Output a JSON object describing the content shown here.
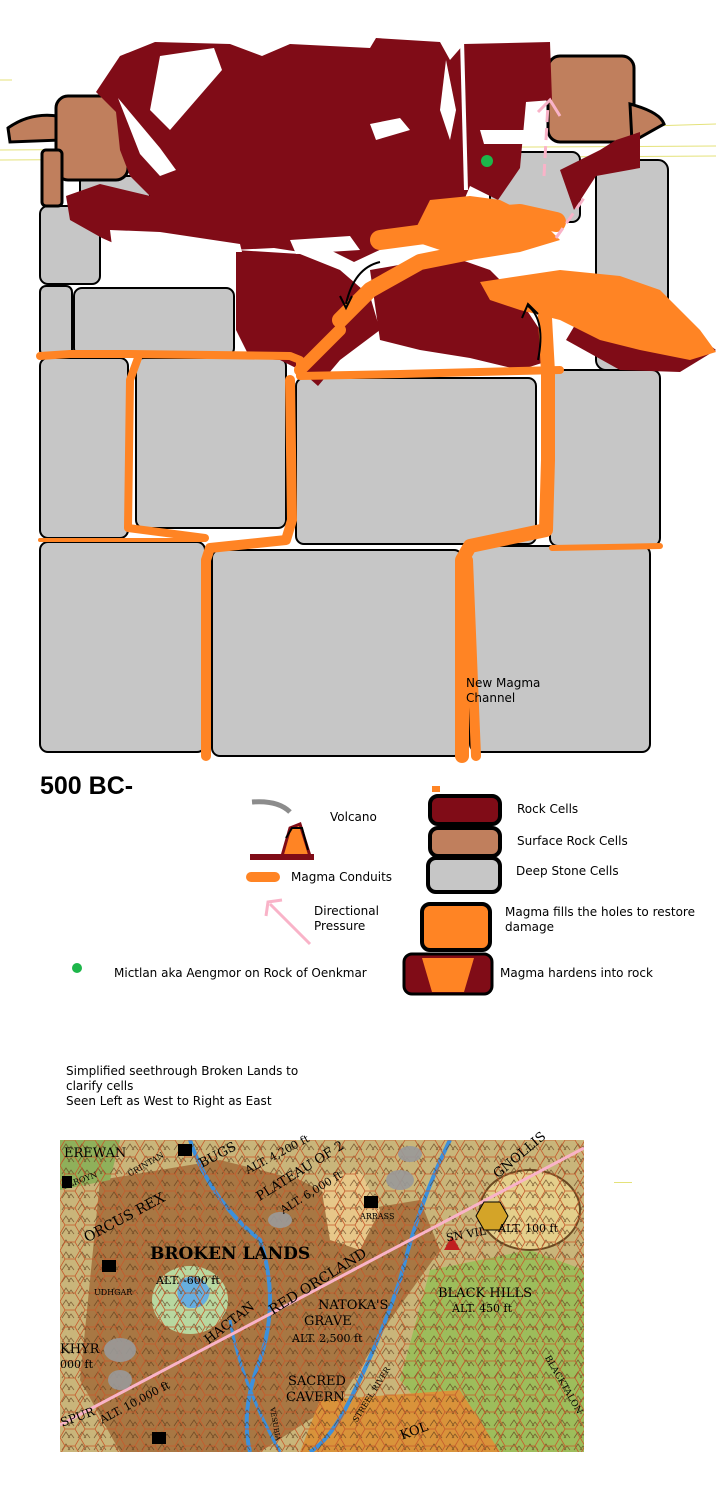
{
  "diagram": {
    "era_label": "500 BC-",
    "channel_label": "New Magma\nChannel",
    "colors": {
      "rock_cell": "#800c17",
      "surface_rock": "#c07f5d",
      "deep_stone": "#c6c6c6",
      "magma": "#ff8424",
      "pressure_arrow": "#f9b3c8",
      "mictlan_marker": "#1db64a"
    }
  },
  "legend": {
    "volcano": "Volcano",
    "magma_conduits": "Magma Conduits",
    "directional_pressure": "Directional\nPressure",
    "mictlan": "Mictlan aka Aengmor on Rock of Oenkmar",
    "rock_cells": "Rock Cells",
    "surface_rock_cells": "Surface Rock Cells",
    "deep_stone_cells": "Deep Stone Cells",
    "magma_fills": "Magma fills the holes to restore\ndamage",
    "magma_hardens": "Magma hardens into rock"
  },
  "note": {
    "text": "Simplified seethrough Broken Lands to\nclarify cells\nSeen Left as West to Right as  East"
  },
  "map": {
    "labels": {
      "erewan": "EREWAN",
      "crintan": "CRINTAN",
      "bugs": "BUGS",
      "alt_4200": "ALT. 4,200 ft",
      "plateau": "PLATEAU OF 2",
      "alt_6000": "ALT. 6,000 ft",
      "gnollis": "GNOLLIS",
      "elroyn": "ELROYN",
      "orcus_rex": "ORCUS REX",
      "arrass": "ARRASS",
      "alt_100": "ALT. 100 ft",
      "broken_lands": "BROKEN LANDS",
      "alt_minus600": "ALT. -600 ft",
      "udhgar": "UDHGAR",
      "red_orcland": "RED ORCLAND",
      "natokas": "NATOKA'S",
      "grave": "GRAVE",
      "alt_2500": "ALT. 2,500 ft",
      "black_hills": "BLACK HILLS",
      "alt_450": "ALT. 450 ft",
      "khyr": "KHYR",
      "alt_10000_left": "000 ft",
      "sacred": "SACRED",
      "cavern": "CAVERN",
      "spur": "SPUR",
      "alt_10000": "ALT. 10,000 ft",
      "kol": "KOL",
      "hactan": "HACTAN",
      "blacktalon": "BLACKTALON",
      "vesubia": "VESUBIA",
      "streel_river": "STREEL RIVER",
      "snevil": "SN    VIL"
    }
  }
}
